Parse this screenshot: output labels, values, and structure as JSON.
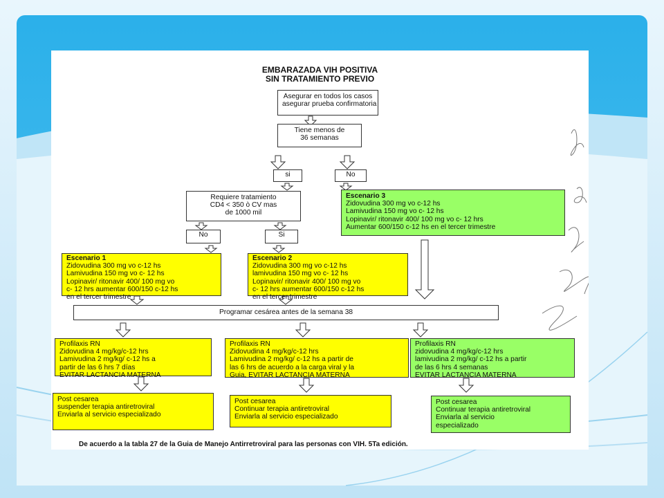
{
  "diagram": {
    "title_line1": "EMBARAZADA VIH POSITIVA",
    "title_line2": "SIN TRATAMIENTO PREVIO",
    "node_asegurar": [
      "Asegurar en todos los casos",
      "asegurar prueba confirmatoria"
    ],
    "node_semanas": [
      "Tiene menos de",
      "36 semanas"
    ],
    "label_si": "si",
    "label_no": "No",
    "node_requiere": [
      "Requiere tratamiento",
      "CD4 < 350 ò CV mas",
      "de 1000 mil"
    ],
    "label_no2": "No",
    "label_si2": "Si",
    "escenario1": {
      "title": "Escenario 1",
      "lines": [
        "Zidovudina 300 mg vo c-12 hs",
        "Lamivudina  150 mg vo c- 12 hs",
        "Lopinavir/ ritonavir 400/ 100 mg vo",
        "c- 12 hrs aumentar 600/150 c-12 hs",
        "en el tercer trimestre"
      ]
    },
    "escenario2": {
      "title": "Escenario 2",
      "lines": [
        "Zidovudina 300 mg vo c-12 hs",
        "lamivudina  150 mg vo c- 12 hs",
        "Lopinavir/ ritonavir 400/ 100 mg vo",
        "c-  12 hrs aumentar 600/150 c-12 hs",
        "en el tercer trimestre"
      ]
    },
    "escenario3": {
      "title": "Escenario 3",
      "lines": [
        "Zidovudina 300 mg  vo c-12 hs",
        "Lamivudina  150 mg  vo c- 12 hs",
        "Lopinavir/ ritonavir 400/ 100 mg vo c- 12 hrs",
        "Aumentar 600/150 c-12 hs en el tercer trimestre"
      ]
    },
    "node_cesarea": "Programar cesárea antes de la semana 38",
    "profilaxis1": {
      "title": "Profilaxis RN",
      "lines": [
        "Zidovudina 4 mg/kg/c-12 hrs",
        "Lamivudina 2 mg/kg/ c-12 hs a",
        "partir de las 6 hrs 7 días",
        "EVITAR LACTANCIA MATERNA"
      ]
    },
    "profilaxis2": {
      "title": "Profilaxis RN",
      "lines": [
        "Zidovudina 4 mg/kg/c-12 hrs",
        "Lamivudina 2 mg/kg/ c-12 hs a partir de",
        "las 6 hrs de acuerdo a la carga viral y la",
        "Guia, EVITAR LACTANCIA MATERNA"
      ]
    },
    "profilaxis3": {
      "title": "Profilaxis RN",
      "lines": [
        "zidovudina 4 mg/kg/c-12 hrs",
        "lamivudina 2 mg/kg/ c-12 hs a partir",
        "de las 6 hrs 4 semanas",
        "EVITAR LACTANCIA MATERNA"
      ]
    },
    "post1": {
      "lines": [
        "Post cesarea",
        "suspender terapia antiretroviral",
        "Enviarla al servicio especializado"
      ]
    },
    "post2": {
      "lines": [
        "Post cesarea",
        "Continuar  terapia antiretroviral",
        "Enviarla al servicio especializado"
      ]
    },
    "post3": {
      "lines": [
        "Post cesarea",
        "Continuar  terapia antiretroviral",
        "Enviarla al servicio",
        "especializado"
      ]
    },
    "footer": "De acuerdo a la tabla 27 de la Guia de Manejo Antirretroviral para las personas con VIH. 5Ta edición."
  },
  "colors": {
    "yellow": "#ffff00",
    "green": "#99ff66",
    "background": "#dff1fb",
    "accent": "#2aa8e0"
  }
}
